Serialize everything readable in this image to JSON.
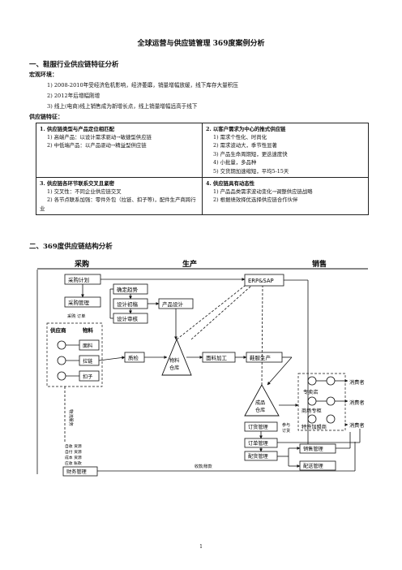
{
  "title": "全球运营与供应链管理 369度案例分析",
  "section1": {
    "heading": "一、鞋服行业供应链特征分析",
    "macro_label": "宏观环境：",
    "macro_items": [
      "1) 2008-2010年受经济危机影响，经济萎靡，销量增幅放缓，线下库存大量积压",
      "2) 2012年后增幅刚增",
      "3) 线上(电商)线上销售成为新增长点，线上销量增幅远高于线下"
    ],
    "feature_label": "供应链特征：",
    "features": [
      {
        "title": "1. 供应链类型与产品定位相匹配",
        "items": [
          "1) 高端产品：以设计需求驱动→敏捷型供应链",
          "2) 中低端产品：以产品驱动→精益型供应链"
        ]
      },
      {
        "title": "2. 以客户需求为中心的推式供应链",
        "items": [
          "1) 需求个性化、时尚化",
          "2) 需求波动大，季节性显著",
          "3) 产品生命周期短，更迭速度快",
          "4) 小批量，多品种",
          "5) 交货期加速缩短，平均5-15天"
        ]
      },
      {
        "title": "3. 供应链各环节联系交叉且紧密",
        "items": [
          "1) 交叉性：不同企业供应链交叉",
          "2) 各节点联系加强：零件外包（拉链、扣子等)，配件生产商跨行业"
        ]
      },
      {
        "title": "4. 供应链具有动态性",
        "items": [
          "1) 产品品类需求波动变化→调整供应链战略",
          "2) 根据绩效择优选择供应链合作伙伴"
        ]
      }
    ]
  },
  "section2": {
    "heading": "二、369度供应链结构分析"
  },
  "diagram": {
    "stages": [
      "采购",
      "生产",
      "销售"
    ],
    "boxes": {
      "purchase_plan": "采购计划",
      "purchase_mgmt": "采购管理",
      "confirm_trend": "确定趋势",
      "design_draft": "设计初稿",
      "design_review": "设计审核",
      "product_design": "产品设计",
      "erp": "ERP&SAP",
      "fabric": "面料",
      "zipper": "拉链",
      "button": "扣子",
      "qc": "质检",
      "fabric_process": "面料加工",
      "garment": "鞋服生产",
      "order_mgmt": "订货管理",
      "order_mgmt2": "订单管理",
      "delivery": "配货管理",
      "sales_mgmt": "销售管理",
      "dist_mgmt": "配送管理",
      "finance": "财务管理",
      "store": "专卖店",
      "counter": "商场专柜",
      "franchise": "特许加盟商",
      "consumer": "消费者"
    },
    "labels": {
      "purchase_order": "采购 订单",
      "supplier": "供应商",
      "material": "物料",
      "material_warehouse": [
        "物料",
        "仓库"
      ],
      "product_warehouse": [
        "成品",
        "仓库"
      ],
      "logistics": "物流服务",
      "finance_items": [
        "自收 资源",
        "自付 资源",
        "成本 资源",
        "应收 账款"
      ],
      "receipt": "收款/账款",
      "order_side": [
        "参与",
        "订货"
      ]
    }
  },
  "page_number": "1"
}
